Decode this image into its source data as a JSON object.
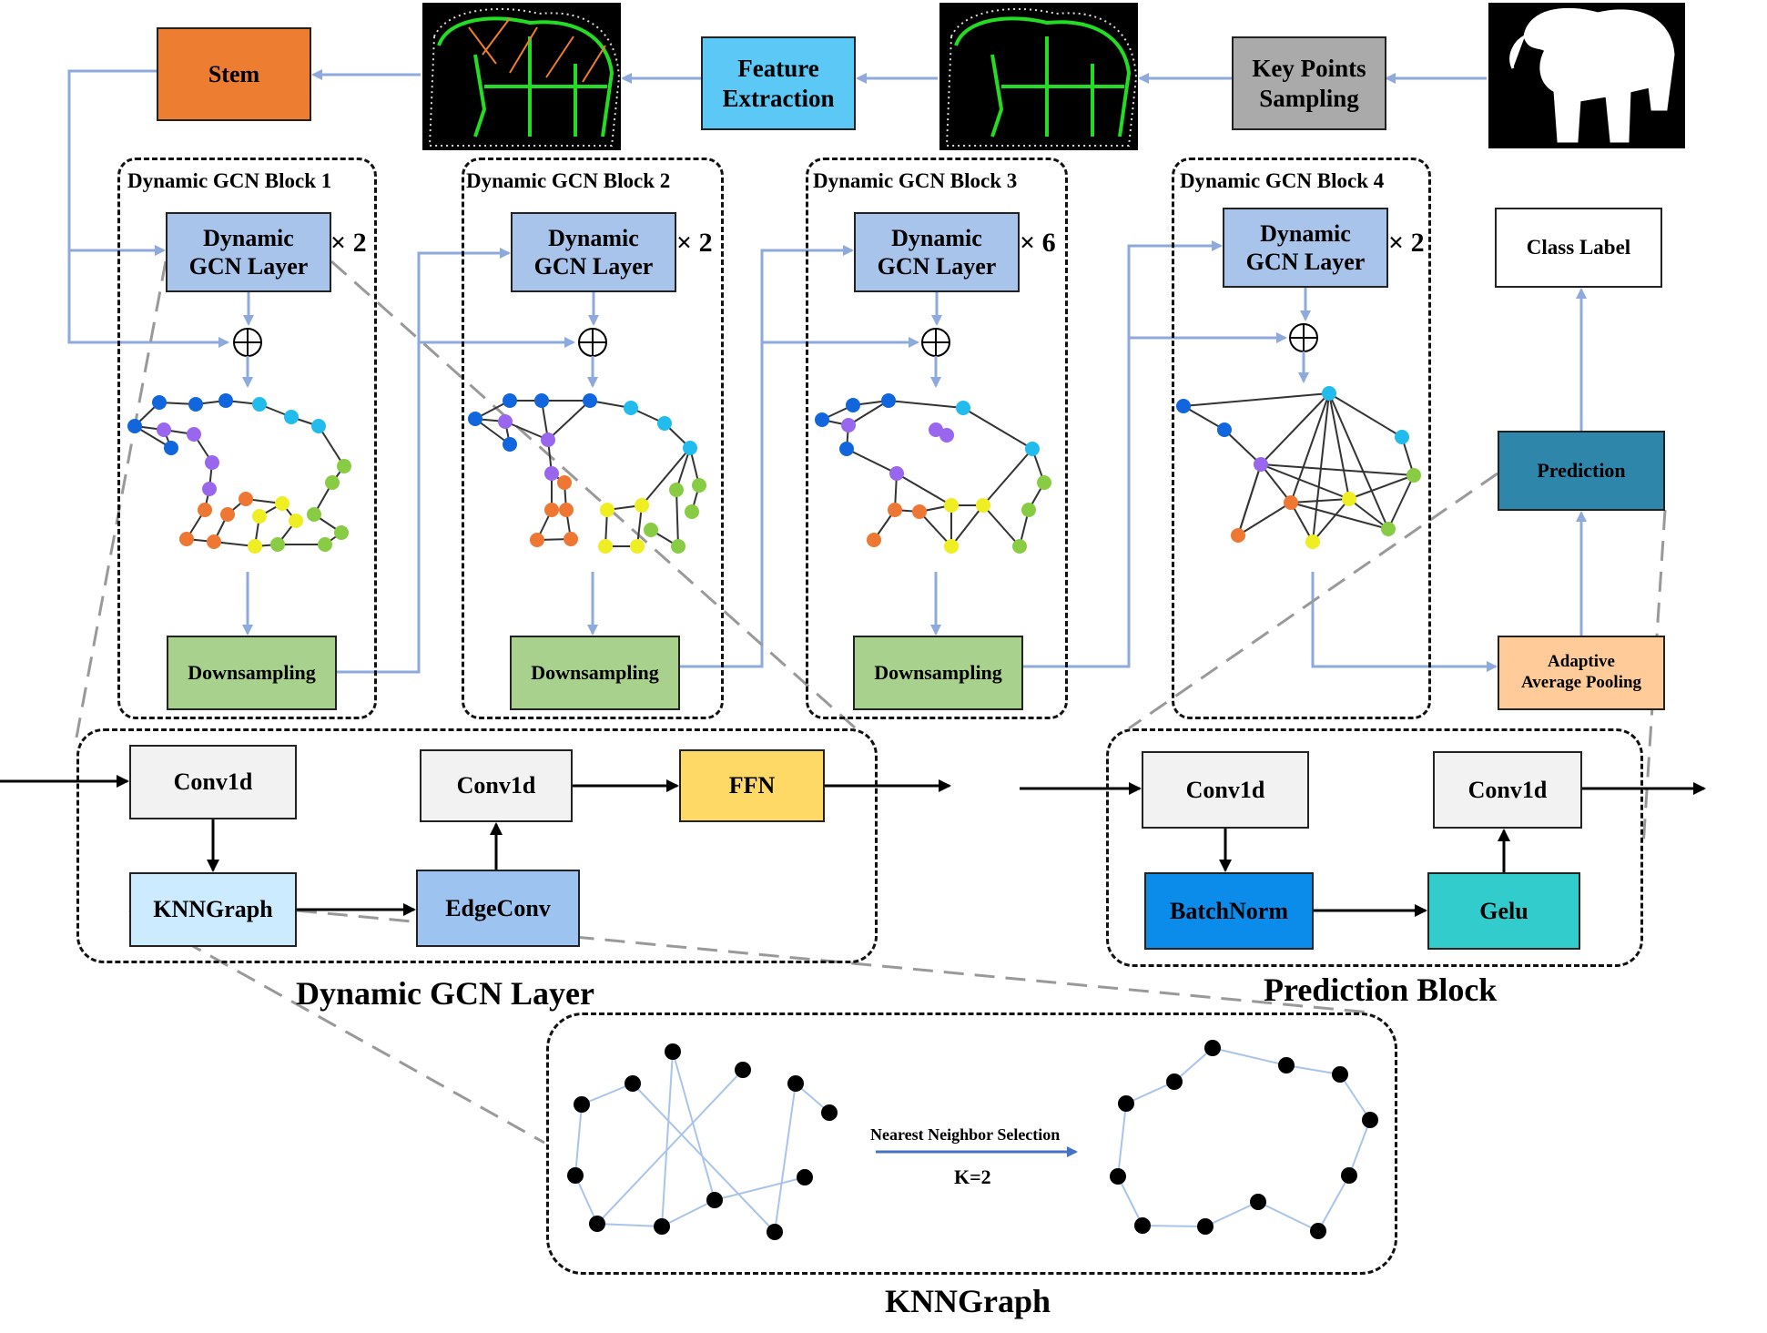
{
  "pipeline": {
    "stem": "Stem",
    "feature_extraction": "Feature\nExtraction",
    "key_points_sampling": "Key Points\nSampling"
  },
  "blocks": [
    {
      "title": "Dynamic GCN Block 1",
      "layer": "Dynamic\nGCN Layer",
      "repeat": "× 2",
      "downsample": "Downsampling"
    },
    {
      "title": "Dynamic GCN Block 2",
      "layer": "Dynamic\nGCN Layer",
      "repeat": "× 2",
      "downsample": "Downsampling"
    },
    {
      "title": "Dynamic GCN Block 3",
      "layer": "Dynamic\nGCN Layer",
      "repeat": "× 6",
      "downsample": "Downsampling"
    },
    {
      "title": "Dynamic GCN Block 4",
      "layer": "Dynamic\nGCN Layer",
      "repeat": "× 2"
    }
  ],
  "head": {
    "class_label": "Class Label",
    "prediction": "Prediction",
    "pooling": "Adaptive\nAverage Pooling"
  },
  "gcn_layer_detail": {
    "caption": "Dynamic GCN Layer",
    "conv1d_a": "Conv1d",
    "knngraph": "KNNGraph",
    "edgeconv": "EdgeConv",
    "conv1d_b": "Conv1d",
    "ffn": "FFN"
  },
  "prediction_detail": {
    "caption": "Prediction Block",
    "conv1d_a": "Conv1d",
    "batchnorm": "BatchNorm",
    "gelu": "Gelu",
    "conv1d_b": "Conv1d"
  },
  "knn_detail": {
    "caption": "KNNGraph",
    "arrow_label": "Nearest Neighbor Selection",
    "k_label": "K=2"
  },
  "colors": {
    "stem": "#ED7D31",
    "feature": "#5BC8F5",
    "keypoints": "#AAAAAA",
    "gcn_layer": "#A9C4EB",
    "downsampling": "#A9D18E",
    "prediction": "#2E86AB",
    "pooling": "#FFCC99",
    "ffn": "#FFD966",
    "knngraph": "#CCEBFF",
    "edgeconv": "#9DC3F0",
    "batchnorm": "#0B8BEA",
    "gelu": "#33CCCC",
    "conv": "#F2F2F2",
    "arrow": "#8EA9DB"
  }
}
